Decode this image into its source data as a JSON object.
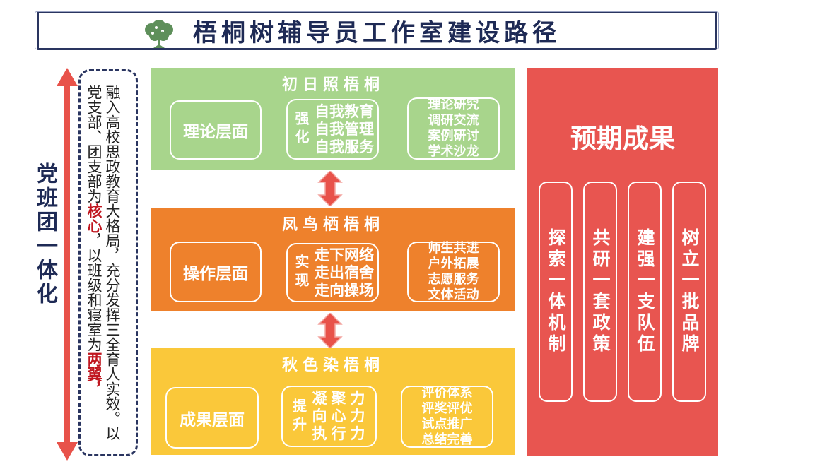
{
  "title": "梧桐树辅导员工作室建设路径",
  "left_label": "党班团一体化",
  "dashed_box": {
    "text_before_1": "融入高校思政教育大格局，充分发挥三全育人实效。以党支部、团支部为",
    "highlight_1": "核心",
    "text_before_2": "，以班级和寝室为",
    "highlight_2": "两翼",
    "text_after": "，"
  },
  "panels": [
    {
      "title": "初日照梧桐",
      "layer": "理论层面",
      "mid_label": "强化",
      "mid_items": [
        "自我教育",
        "自我管理",
        "自我服务"
      ],
      "list": [
        "理论研究",
        "调研交流",
        "案例研讨",
        "学术沙龙"
      ]
    },
    {
      "title": "凤鸟栖梧桐",
      "layer": "操作层面",
      "mid_label": "实现",
      "mid_items": [
        "走下网络",
        "走出宿舍",
        "走向操场"
      ],
      "list": [
        "师生共进",
        "户外拓展",
        "志愿服务",
        "文体活动"
      ]
    },
    {
      "title": "秋色染梧桐",
      "layer": "成果层面",
      "mid_label": "提升",
      "mid_items": [
        "凝聚力",
        "向心力",
        "执行力"
      ],
      "list": [
        "评价体系",
        "评奖评优",
        "试点推广",
        "总结完善"
      ]
    }
  ],
  "result": {
    "title": "预期成果",
    "pillars": [
      "探索一体机制",
      "共研一套政策",
      "建强一支队伍",
      "树立一批品牌"
    ]
  },
  "colors": {
    "navy": "#1e2a55",
    "green_panel": "#a8d58c",
    "orange_panel": "#ee812c",
    "yellow_panel": "#fac83a",
    "result_red": "#e85550",
    "arrow_red": "#e8524a",
    "highlight_red": "#c0161f"
  }
}
